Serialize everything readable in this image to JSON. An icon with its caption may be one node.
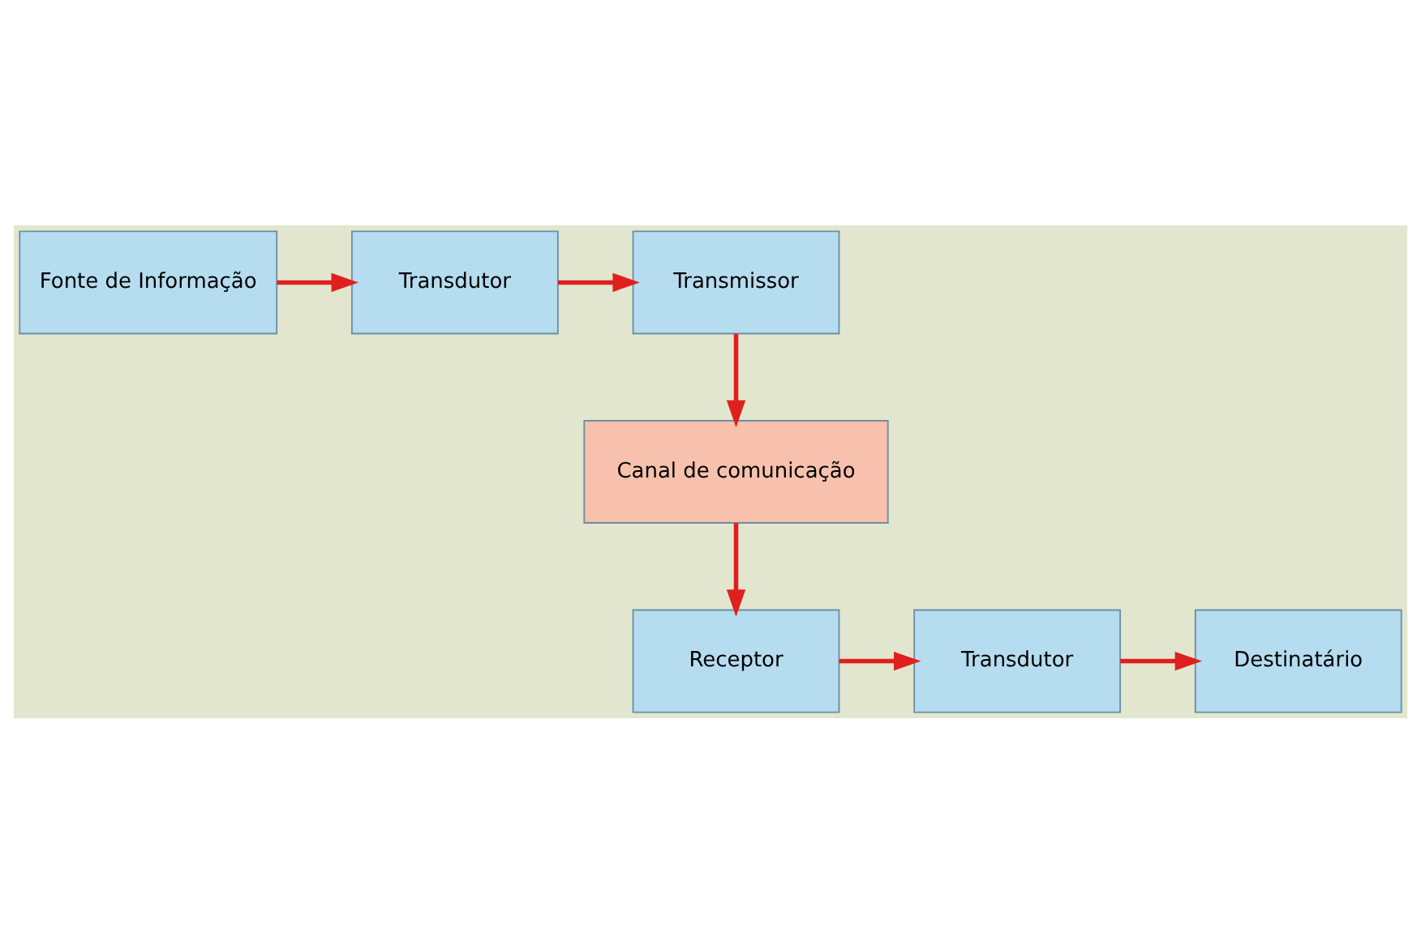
{
  "diagram": {
    "nodes": [
      {
        "text": [
          "Fonte de Informação"
        ]
      },
      {
        "text": [
          "Transdutor"
        ]
      },
      {
        "text": [
          "Transmissor"
        ]
      },
      {
        "text": [
          "Canal de comunicação"
        ]
      },
      {
        "text": [
          "Receptor"
        ]
      },
      {
        "text": [
          "Transdutor"
        ]
      },
      {
        "text": [
          "Destinatário"
        ]
      }
    ],
    "edges": [
      {
        "from": 0,
        "to": 1,
        "arrow": "to"
      },
      {
        "from": 1,
        "to": 2,
        "arrow": "to"
      },
      {
        "from": 2,
        "to": 3,
        "arrow": "to"
      },
      {
        "from": 3,
        "to": 4,
        "arrow": "to"
      },
      {
        "from": 4,
        "to": 5,
        "arrow": "to"
      },
      {
        "from": 5,
        "to": 6,
        "arrow": "to"
      }
    ]
  }
}
